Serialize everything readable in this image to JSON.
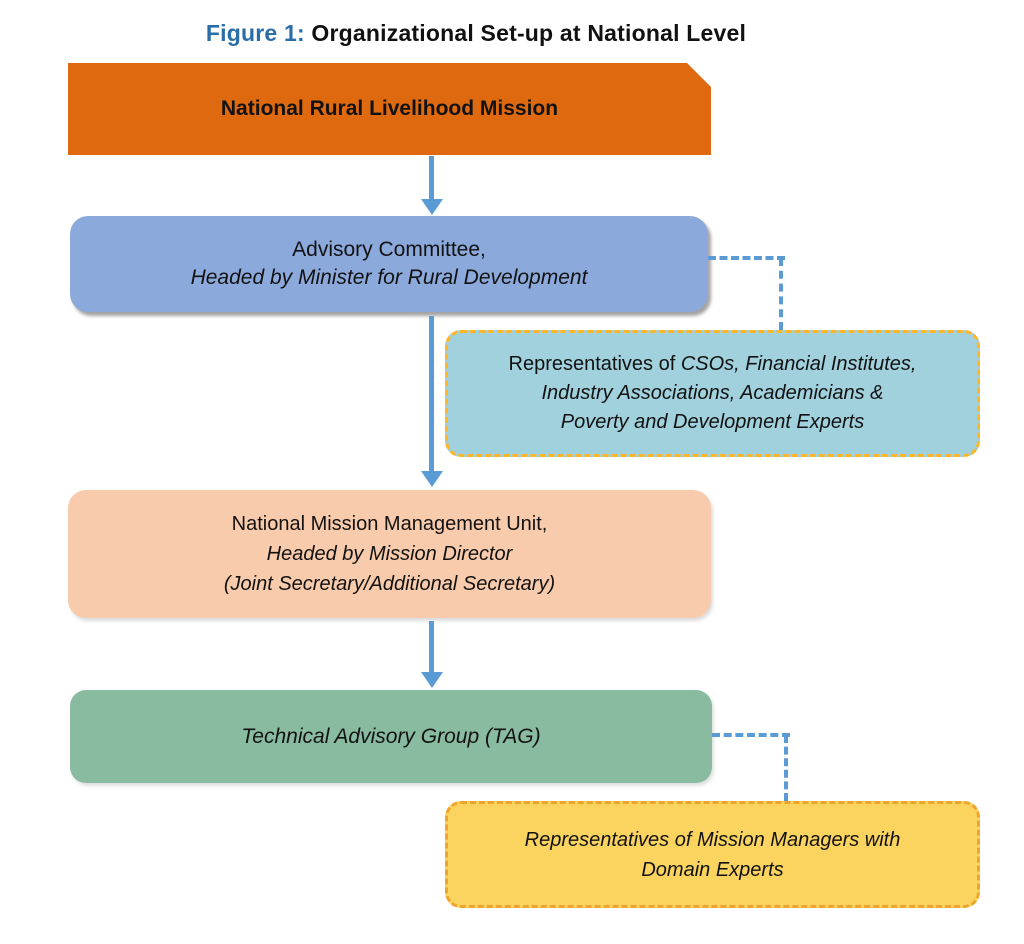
{
  "title": {
    "prefix": "Figure 1:",
    "text": " Organizational Set-up at National Level"
  },
  "boxes": {
    "nrlm": {
      "label": "National Rural Livelihood Mission"
    },
    "advisory": {
      "line1": "Advisory Committee,",
      "line2": "Headed by Minister for Rural Development"
    },
    "csos": {
      "line1_prefix": "Representatives of ",
      "line1_emphasis": "CSOs, Financial Institutes,",
      "line2": "Industry Associations, Academicians &",
      "line3": "Poverty and Development Experts"
    },
    "nmmu": {
      "line1": "National Mission Management Unit,",
      "line2": "Headed by Mission Director",
      "line3": "(Joint Secretary/Additional Secretary)"
    },
    "tag": {
      "label": "Technical Advisory Group (TAG)"
    },
    "mission_managers": {
      "line1": "Representatives of Mission Managers with",
      "line2": "Domain Experts"
    }
  },
  "colors": {
    "title_accent": "#2A6DA8",
    "nrlm_fill": "#DE690F",
    "advisory_fill": "#8CA9DC",
    "csos_fill": "#A1D1DD",
    "csos_border": "#FFB629",
    "nmmu_fill": "#F8CBAC",
    "tag_fill": "#89BBA0",
    "mission_managers_fill": "#FBD45F",
    "mission_managers_border": "#F0A429",
    "connector": "#5B9BD5"
  }
}
